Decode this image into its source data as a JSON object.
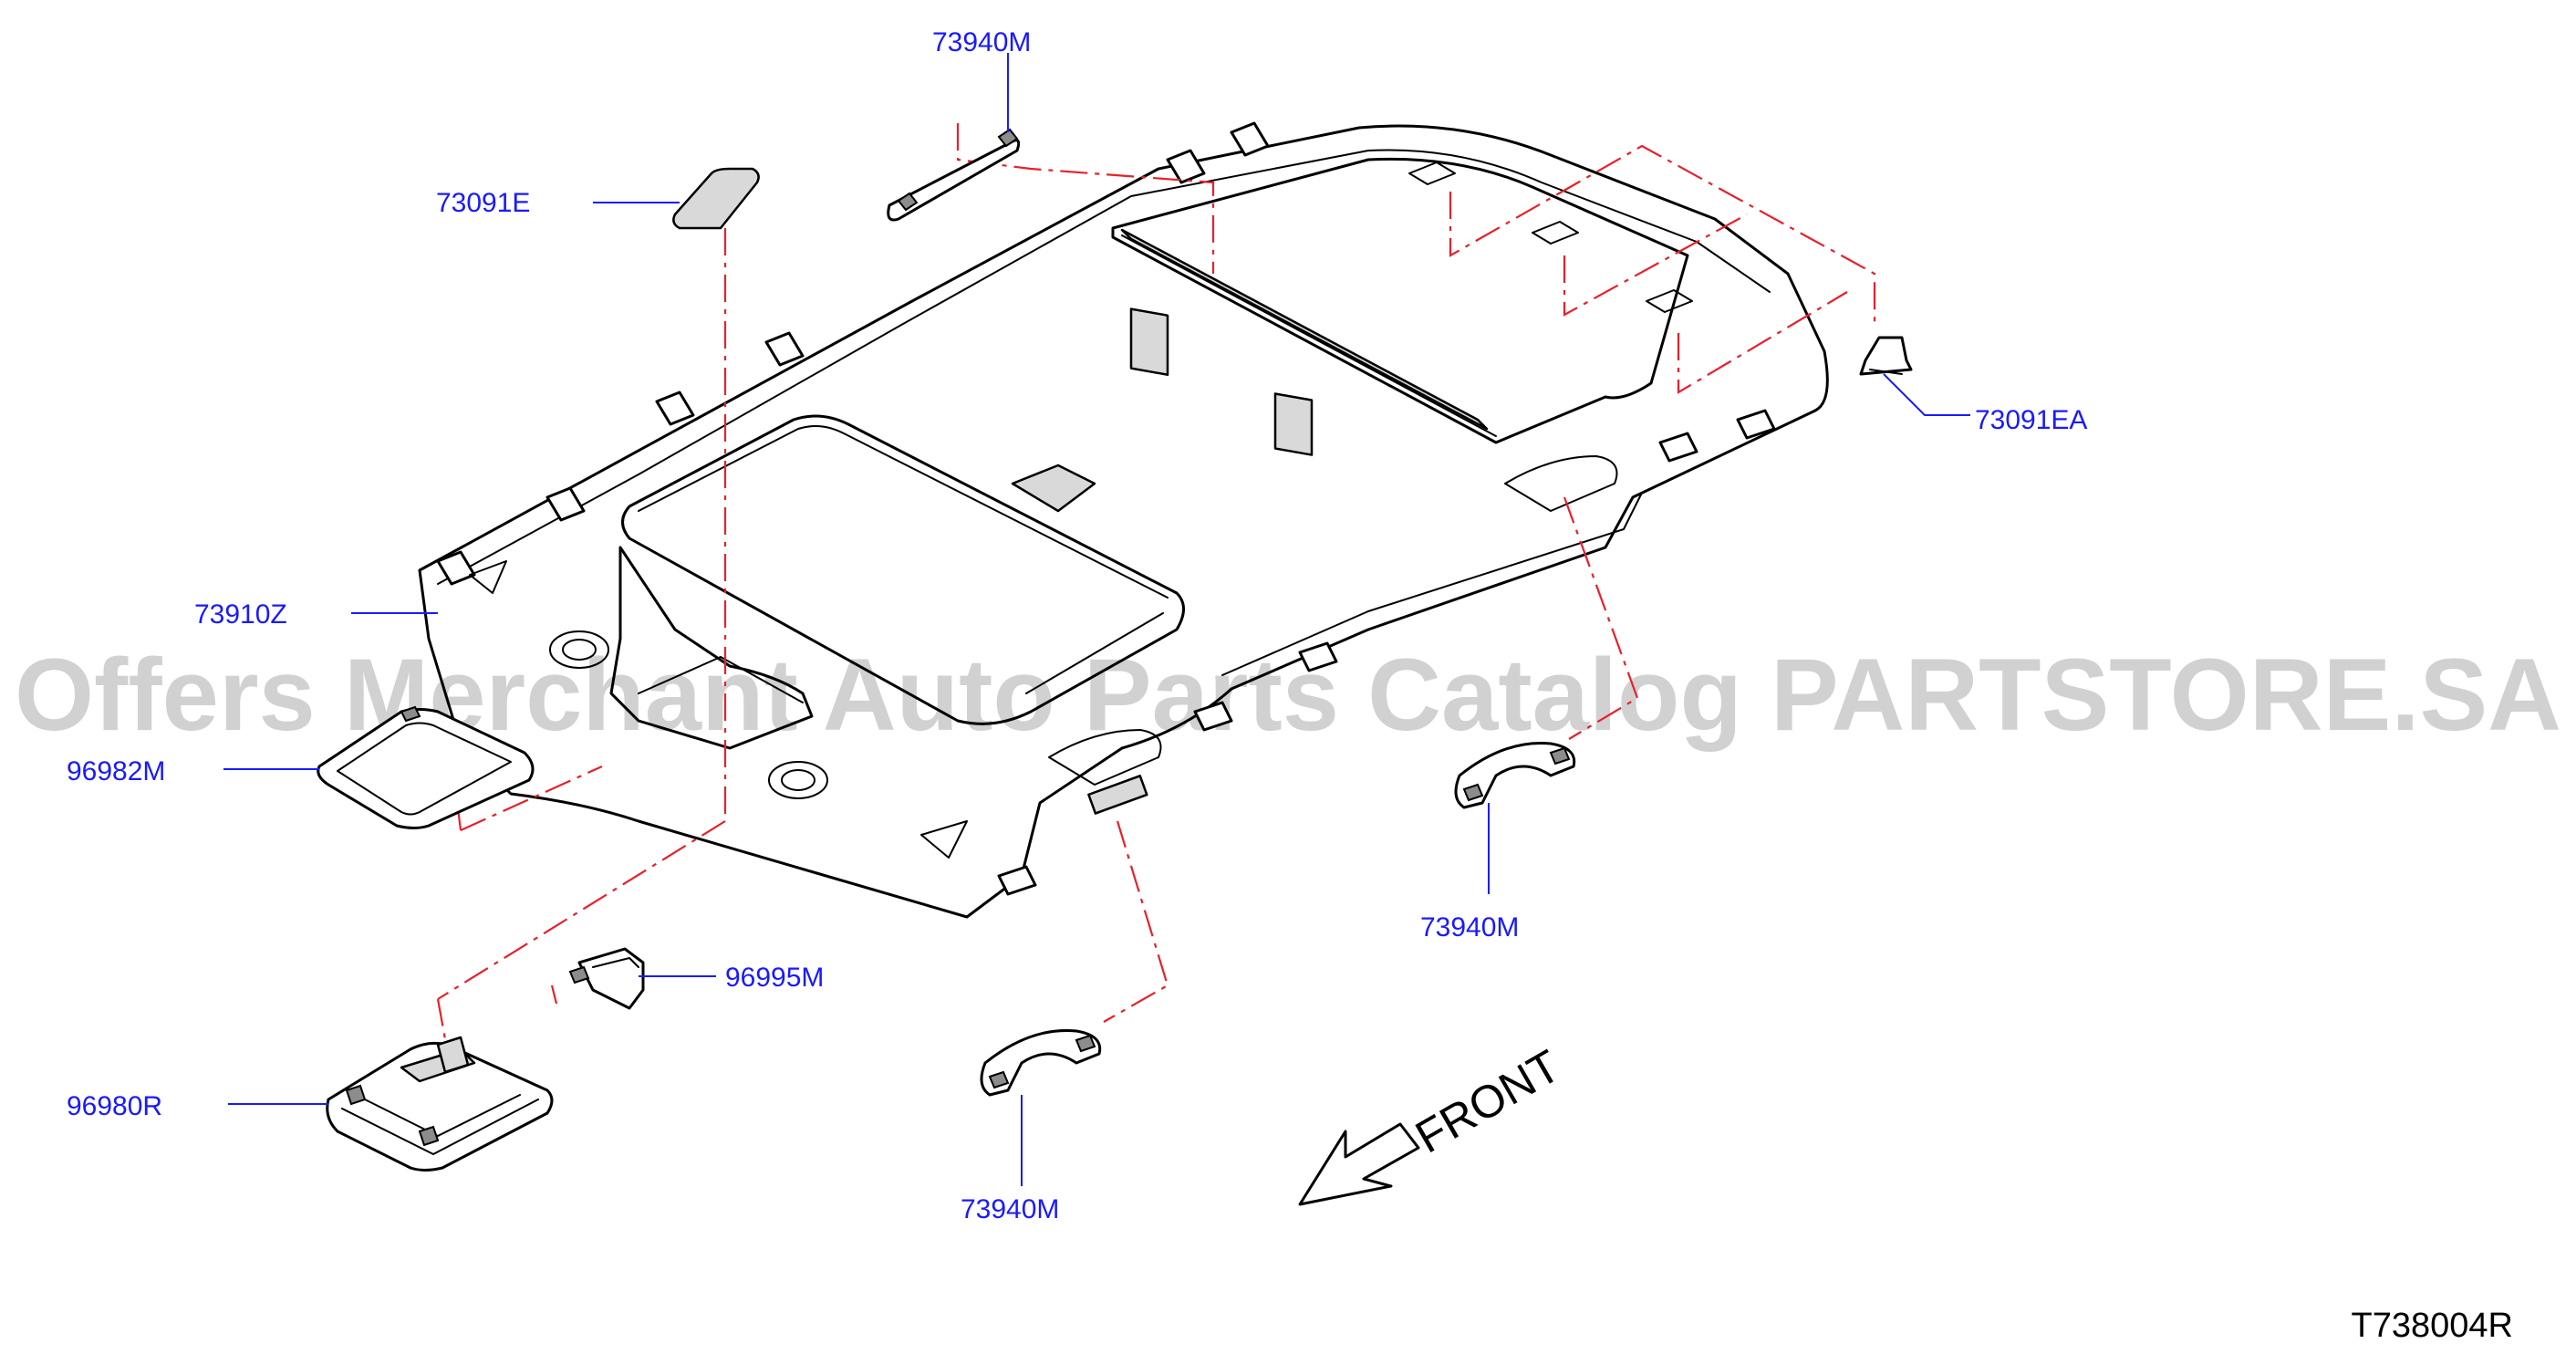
{
  "diagram": {
    "watermark": "Offers Merchant Auto Parts Catalog PARTSTORE.SA",
    "drawing_number": "T738004R",
    "front_label": "FRONT",
    "colors": {
      "label": "#1a1aff",
      "leader": "#1a1aff",
      "phantom_line": "#e8202a",
      "outline": "#000000"
    },
    "part_labels": {
      "grip_top": "73940M",
      "rear_tag": "73091E",
      "clip_right": "73091EA",
      "headlining": "73910Z",
      "bezel": "96982M",
      "bracket": "96995M",
      "map_lamp": "96980R",
      "grip_right": "73940M",
      "grip_front": "73940M"
    }
  }
}
